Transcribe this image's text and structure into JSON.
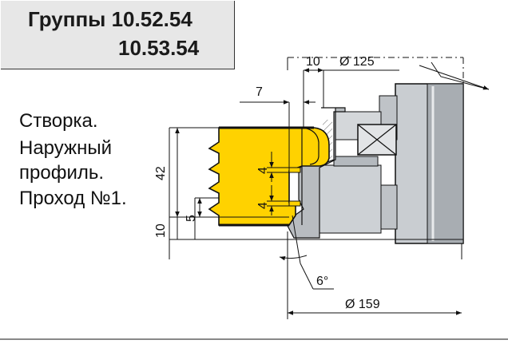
{
  "header": {
    "line1": "Группы 10.52.54",
    "line2": "10.53.54"
  },
  "description": {
    "lines": [
      "Створка.",
      "Наружный",
      "профиль.",
      "Проход №1."
    ]
  },
  "dimensions": {
    "groove_width": "10",
    "top_diameter": "Ø 125",
    "offset": "7",
    "profile_height": "42",
    "step_upper": "4",
    "step_lower": "4",
    "tongue": "5",
    "base": "10",
    "angle": "6°",
    "bottom_diameter": "Ø 159"
  },
  "colors": {
    "workpiece": "#ffd200",
    "cutter": "#c8ccd0",
    "cutter_dark": "#9aa0a6",
    "header_bg": "#e7e7e7",
    "line": "#111111"
  }
}
